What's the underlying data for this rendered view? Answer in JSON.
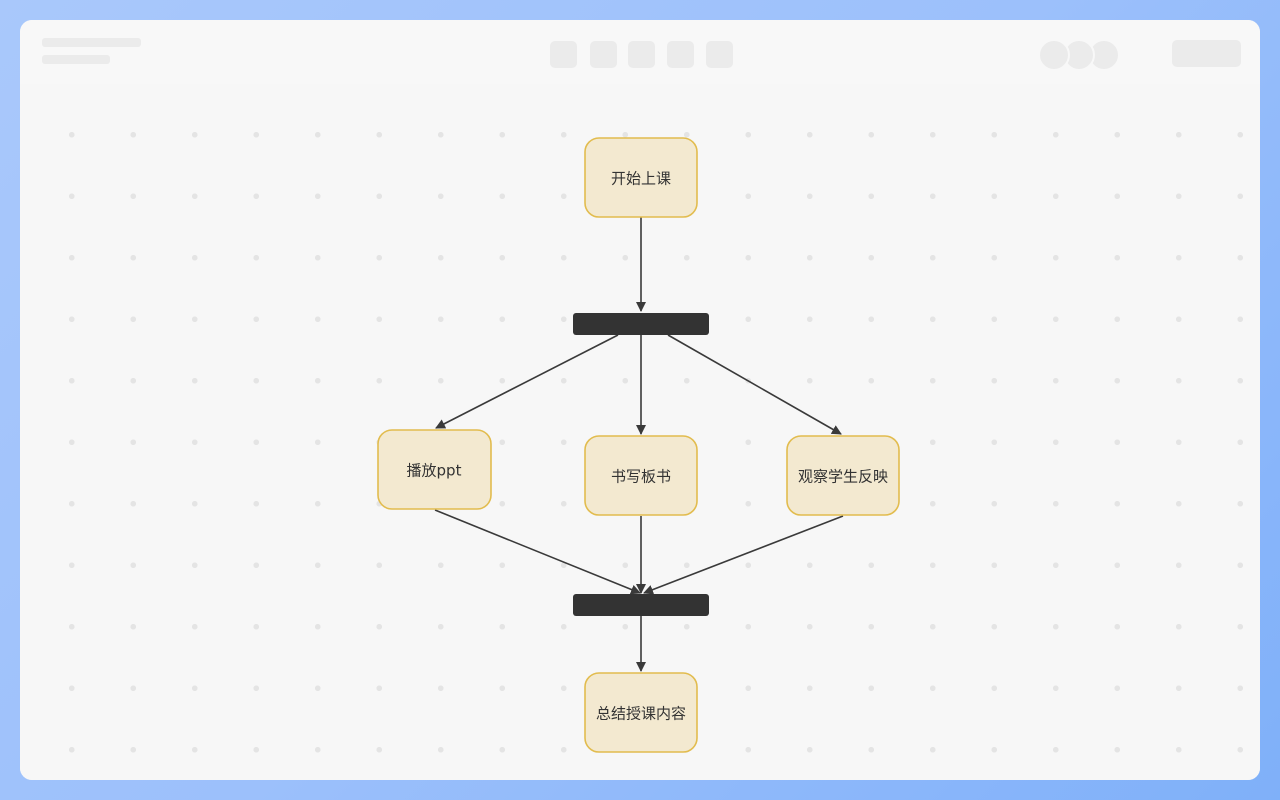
{
  "diagram": {
    "nodes": {
      "start": "开始上课",
      "ppt": "播放ppt",
      "board": "书写板书",
      "observe": "观察学生反映",
      "summary": "总结授课内容"
    }
  },
  "colors": {
    "node_fill": "#f3e9d0",
    "node_stroke": "#e2bc4e",
    "bar_fill": "#333333",
    "edge": "#3a3a3a"
  }
}
